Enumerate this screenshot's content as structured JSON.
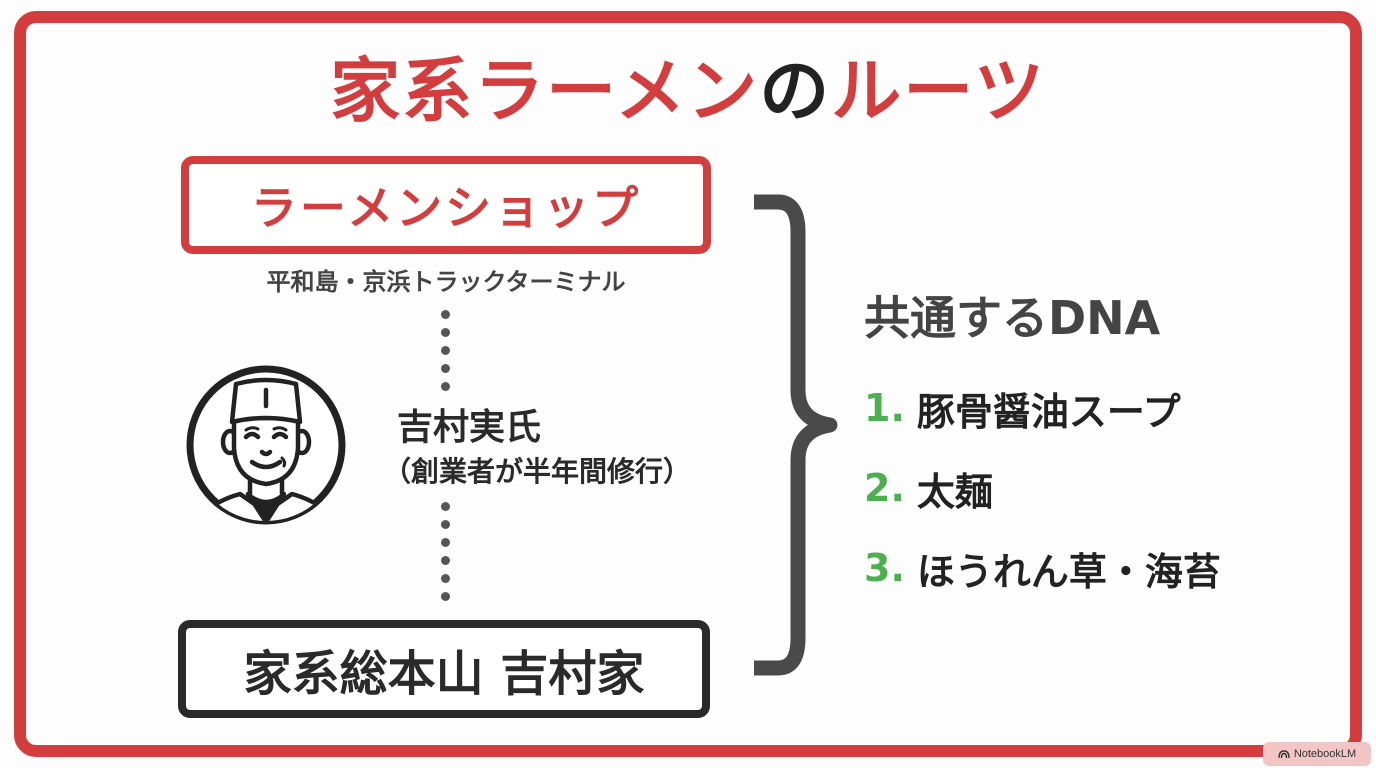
{
  "title": {
    "part1": "家系ラーメン",
    "part2": "の",
    "part3": "ルーツ"
  },
  "origin": {
    "name": "ラーメンショップ",
    "location": "平和島・京浜トラックターミナル"
  },
  "mentor": {
    "icon": "chef-icon",
    "name": "吉村実氏",
    "note": "（創業者が半年間修行）"
  },
  "successor": {
    "name": "家系総本山 吉村家"
  },
  "dna": {
    "title": "共通するDNA",
    "items": [
      {
        "num": "1.",
        "label": "豚骨醤油スープ"
      },
      {
        "num": "2.",
        "label": "太麺"
      },
      {
        "num": "3.",
        "label": "ほうれん草・海苔"
      }
    ]
  },
  "watermark": {
    "icon": "notebooklm-icon",
    "label": "NotebookLM"
  },
  "colors": {
    "accent_red": "#d43d3d",
    "dark": "#2a2a2a",
    "number_green": "#4caf50",
    "gray_text": "#444444"
  }
}
